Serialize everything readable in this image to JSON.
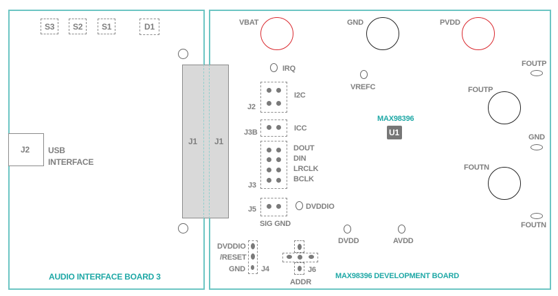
{
  "colors": {
    "board_outline": "#6cc5c3",
    "accent_teal": "#1fa8a6",
    "label_gray": "#7f7f7f",
    "power_red": "#d9262c",
    "connector_fill": "#d9d9d9",
    "chip_fill": "#777777"
  },
  "audio_board": {
    "title": "AUDIO INTERFACE BOARD 3",
    "switches": [
      "S3",
      "S2",
      "S1"
    ],
    "led": "D1",
    "usb": {
      "connector": "J2",
      "label_line1": "USB",
      "label_line2": "INTERFACE"
    },
    "header_left": "J1"
  },
  "dev_board": {
    "title": "MAX98396 DEVELOPMENT BOARD",
    "header_right": "J1",
    "chip": {
      "part": "MAX98396",
      "ref": "U1"
    },
    "terminals": {
      "vbat": "VBAT",
      "gnd": "GND",
      "pvdd": "PVDD",
      "foutp": "FOUTP",
      "foutn": "FOUTN"
    },
    "test_points": {
      "irq": "IRQ",
      "vrefc": "VREFC",
      "dvddio": "DVDDIO",
      "dvdd": "DVDD",
      "avdd": "AVDD",
      "foutp_tp": "FOUTP",
      "gnd_tp": "GND",
      "foutn_tp": "FOUTN"
    },
    "jumpers": {
      "j2": {
        "ref": "J2",
        "label": "I2C"
      },
      "j3b": {
        "ref": "J3B",
        "label": "ICC"
      },
      "j3": {
        "ref": "J3",
        "pins": [
          "DOUT",
          "DIN",
          "LRCLK",
          "BCLK"
        ]
      },
      "j5": {
        "ref": "J5",
        "bottom_label": "SIG GND"
      },
      "j4": {
        "ref": "J4",
        "pins": [
          "DVDDIO",
          "/RESET",
          "GND"
        ]
      },
      "j6": {
        "ref": "J6",
        "label": "ADDR"
      }
    }
  }
}
